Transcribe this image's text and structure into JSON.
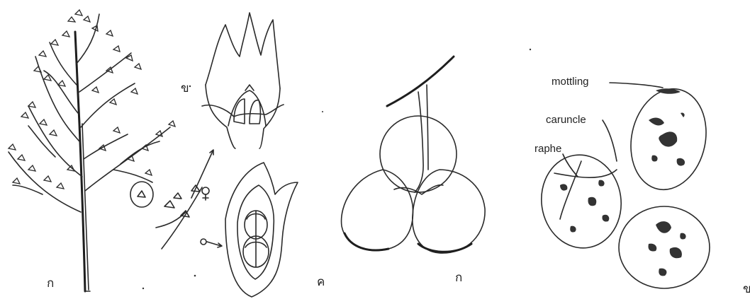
{
  "panels": {
    "panicle": {
      "label": "ก"
    },
    "flower_sections": {
      "top_label": "ข",
      "bottom_label": "ค"
    },
    "fruit": {
      "label": "ก"
    },
    "seeds": {
      "label": "ข",
      "callouts": {
        "mottling": "mottling",
        "caruncle": "caruncle",
        "raphe": "raphe"
      }
    }
  }
}
